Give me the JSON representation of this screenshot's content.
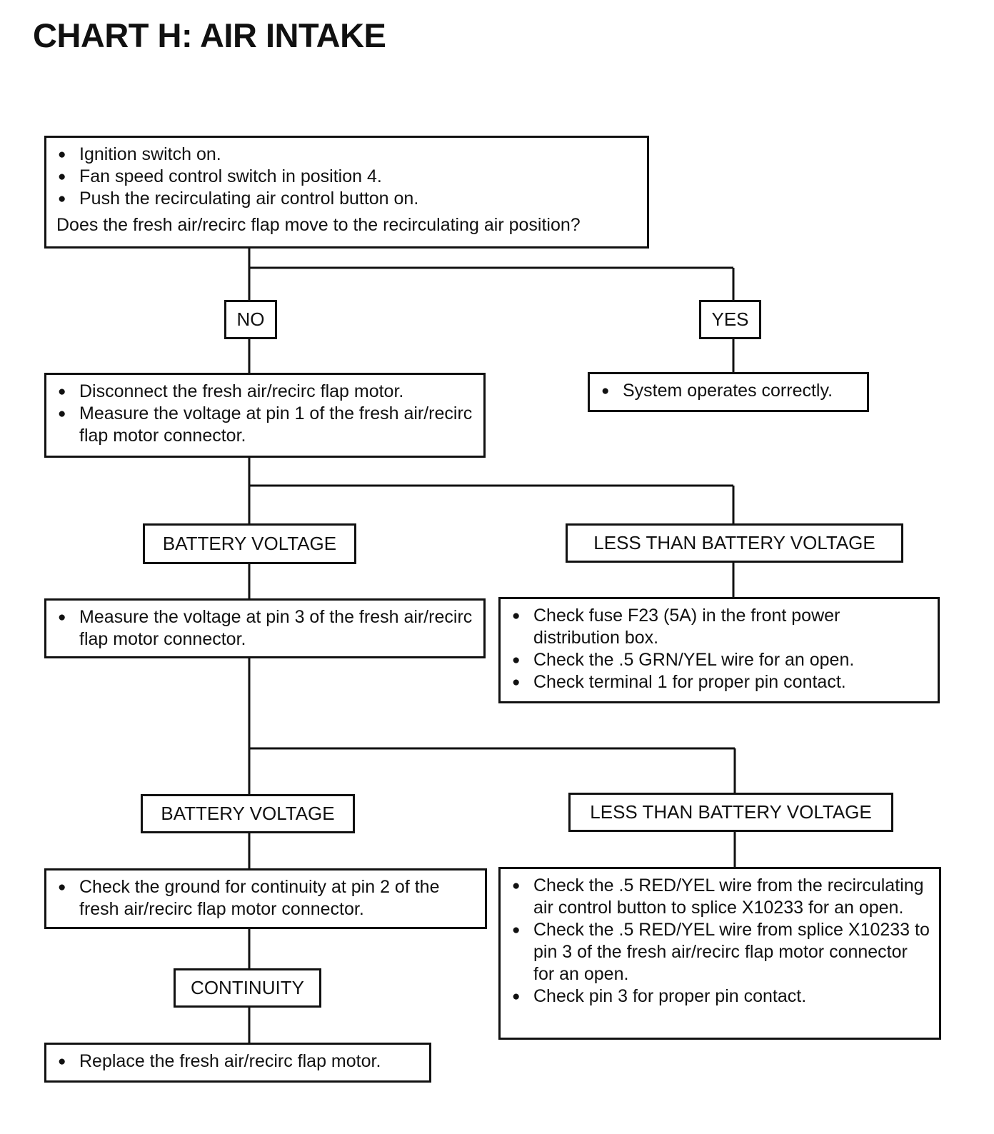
{
  "title": "CHART H: AIR INTAKE",
  "start": {
    "bullets": [
      "Ignition switch on.",
      "Fan speed control switch in position 4.",
      "Push the recirculating air control button on."
    ],
    "question": "Does the fresh air/recirc flap move to the recirculating air position?"
  },
  "labels": {
    "no": "NO",
    "yes": "YES",
    "battery_voltage_1": "BATTERY VOLTAGE",
    "less_than_battery_voltage_1": "LESS THAN BATTERY VOLTAGE",
    "battery_voltage_2": "BATTERY VOLTAGE",
    "less_than_battery_voltage_2": "LESS THAN BATTERY VOLTAGE",
    "continuity": "CONTINUITY"
  },
  "steps": {
    "yes_result": [
      "System operates correctly."
    ],
    "no_step": [
      "Disconnect the fresh air/recirc flap motor.",
      "Measure the voltage at pin 1 of the fresh air/recirc flap motor connector."
    ],
    "pin3_step": [
      "Measure the voltage at pin 3 of the fresh air/recirc flap motor connector."
    ],
    "pin1_low_checks": [
      "Check fuse F23 (5A) in the front power distribution box.",
      "Check the .5 GRN/YEL wire for an open.",
      "Check terminal 1 for proper pin contact."
    ],
    "ground_step": [
      "Check the ground for continuity at pin 2 of the fresh air/recirc flap motor connector."
    ],
    "pin3_low_checks": [
      "Check the .5 RED/YEL wire from the recirculating air control button to splice X10233 for an open.",
      "Check the .5 RED/YEL wire from splice X10233 to pin 3 of the fresh air/recirc flap motor connector for an open.",
      "Check pin 3 for proper pin contact."
    ],
    "replace_step": [
      "Replace the fresh air/recirc flap motor."
    ]
  }
}
